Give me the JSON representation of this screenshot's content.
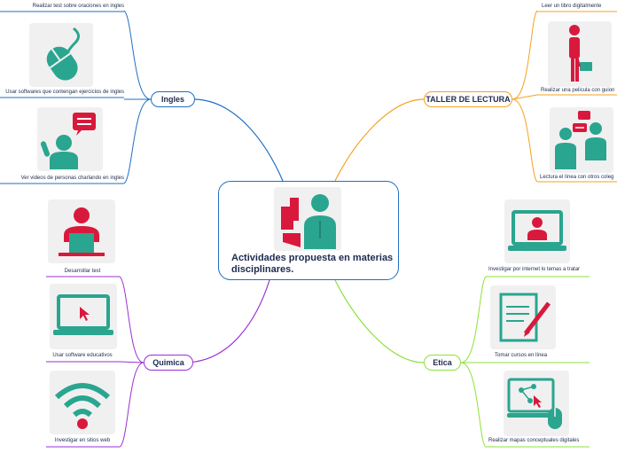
{
  "center": {
    "title": "Actividades propuesta en materias disciplinares."
  },
  "topics": {
    "ingles": {
      "label": "Ingles",
      "color": "#1f6fc2",
      "items": [
        "Realizar test sobre oraciones en ingles",
        "Usar softwares que contengan ejercicios de ingles",
        "Ver videos de personas charlando en ingles"
      ]
    },
    "taller": {
      "label": "TALLER DE LECTURA",
      "color": "#f5a21f",
      "items": [
        "Leer un libro digitalmente",
        "Realizar una pelicula con guion",
        "Lectura el línea con otros coleg"
      ]
    },
    "quimica": {
      "label": "Quimica",
      "color": "#9b2fd6",
      "items": [
        "Desarrollar test",
        "Usar software educativos",
        "Investigar en sitios web"
      ]
    },
    "etica": {
      "label": "Etica",
      "color": "#8ee03c",
      "items": [
        "Investigar por internet lo temas a tratar",
        "Tomar cursos en línea",
        "Realizar mapas conceptuales digitales"
      ]
    }
  },
  "colors": {
    "teal": "#2aa58f",
    "red": "#d8193c",
    "navy": "#1d2b4f"
  },
  "icons": [
    "mouse-icon",
    "chat-person-icon",
    "presenter-icon",
    "laptop-cursor-icon",
    "wifi-icon",
    "standing-person-icon",
    "two-people-chat-icon",
    "video-call-icon",
    "document-pen-icon",
    "concept-map-icon",
    "people-icon"
  ]
}
